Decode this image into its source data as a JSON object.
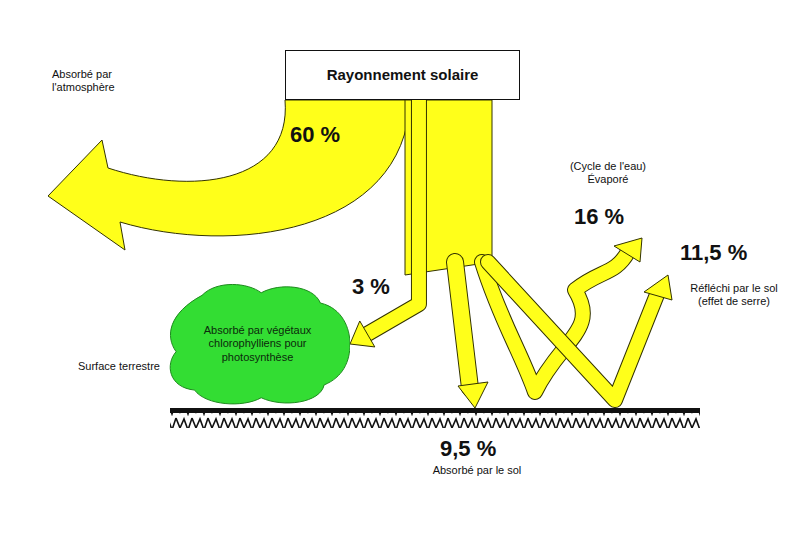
{
  "diagram": {
    "nodes": [
      {
        "text": [
          "Rayonnement solaire"
        ]
      },
      {
        "text": [
          "Absorbé par végétaux chlorophylliens pour photosynthèse"
        ]
      }
    ],
    "edges": [
      {
        "from": 0,
        "to": 1,
        "arrow": "to",
        "label": "3 %"
      }
    ],
    "labels": [
      "Absorbé par l'atmosphère",
      "60 %",
      "(Cycle de l'eau) Évaporé",
      "16 %",
      "11,5 %",
      "Réfléchi par le sol (effet de serre)",
      "Surface terrestre",
      "9,5 %",
      "Absorbé par le sol"
    ]
  }
}
